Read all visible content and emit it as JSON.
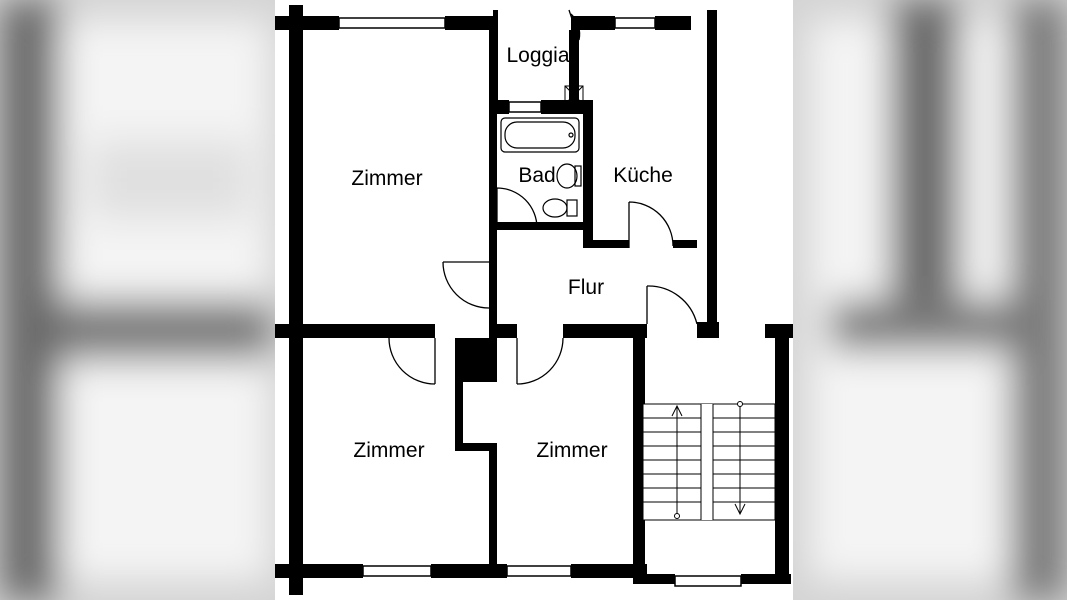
{
  "floor_plan": {
    "rooms": {
      "loggia": "Loggia",
      "bad": "Bad",
      "kueche": "Küche",
      "flur": "Flur",
      "zimmer_top_left": "Zimmer",
      "zimmer_bottom_left": "Zimmer",
      "zimmer_bottom_middle": "Zimmer"
    }
  },
  "colors": {
    "wall": "#000000",
    "paper": "#ffffff",
    "backdrop": "#cfcfcf"
  }
}
